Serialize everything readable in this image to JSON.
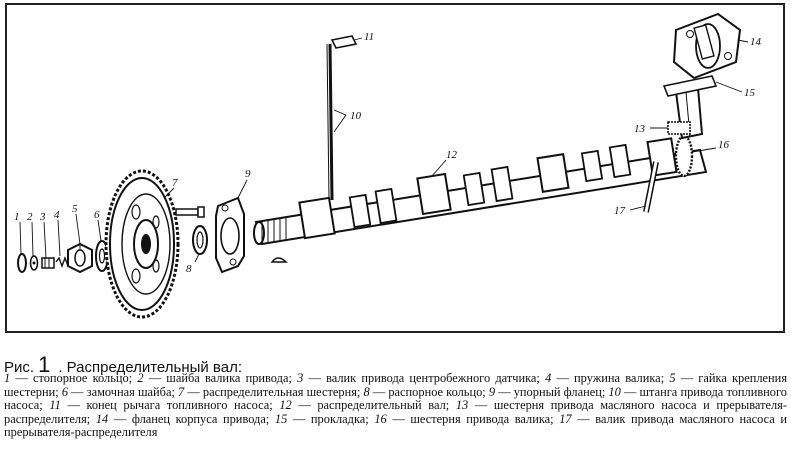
{
  "caption": {
    "prefix": "Рис.",
    "number": "1",
    "title": ". Распределительный вал:"
  },
  "parts": [
    {
      "num": "1",
      "name": "стопорное кольцо"
    },
    {
      "num": "2",
      "name": "шайба валика привода"
    },
    {
      "num": "3",
      "name": "валик привода центробежного датчика"
    },
    {
      "num": "4",
      "name": "пружина валика"
    },
    {
      "num": "5",
      "name": "гайка крепления шестерни"
    },
    {
      "num": "6",
      "name": "замочная шайба"
    },
    {
      "num": "7",
      "name": "распределительная шестерня"
    },
    {
      "num": "8",
      "name": "распорное кольцо"
    },
    {
      "num": "9",
      "name": "упорный фланец"
    },
    {
      "num": "10",
      "name": "штанга привода топливного насоса"
    },
    {
      "num": "11",
      "name": "конец рычага топливного насоса"
    },
    {
      "num": "12",
      "name": "распределительный вал"
    },
    {
      "num": "13",
      "name": "шестерня привода масляного насоса и прерывателя-распределителя"
    },
    {
      "num": "14",
      "name": "фланец корпуса привода"
    },
    {
      "num": "15",
      "name": "прокладка"
    },
    {
      "num": "16",
      "name": "шестерня привода валика"
    },
    {
      "num": "17",
      "name": "валик привода масляного насоса и прерывателя-распределителя"
    }
  ],
  "colors": {
    "ink": "#111111",
    "paper": "#ffffff",
    "frame": "#222222"
  }
}
